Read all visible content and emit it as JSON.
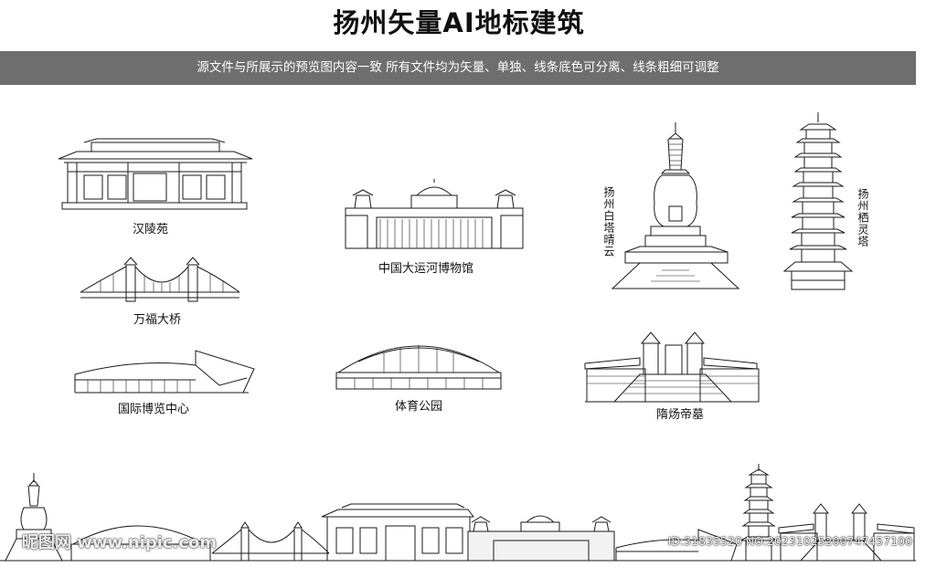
{
  "page": {
    "title": "扬州矢量AI地标建筑",
    "banner": "源文件与所展示的预览图内容一致  所有文件均为矢量、单独、线条底色可分离、线条粗细可调整"
  },
  "landmarks": [
    {
      "label": "汉陵苑"
    },
    {
      "label": "中国大运河博物馆"
    },
    {
      "label": "扬州白塔晴云"
    },
    {
      "label": "扬州栖灵塔"
    },
    {
      "label": "万福大桥"
    },
    {
      "label": "国际博览中心"
    },
    {
      "label": "体育公园"
    },
    {
      "label": "隋炀帝墓"
    }
  ],
  "watermark": {
    "left": "昵图网 www.nipic.com",
    "right": "ID:31835520 NO:20231025200747457100"
  }
}
